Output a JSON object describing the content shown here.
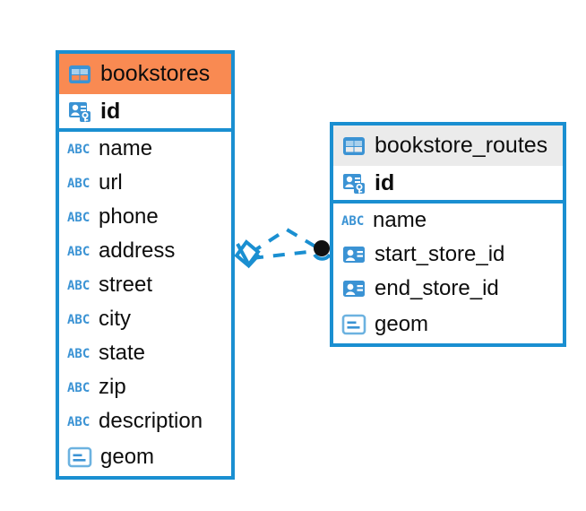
{
  "diagram": {
    "type": "entity-relationship-diagram",
    "colors": {
      "border": "#1a8fd1",
      "header_highlight": "#f98a52",
      "header_default": "#ebebeb",
      "icon_blue": "#3b93d4",
      "connector": "#1a8fd1",
      "endpoint_dot": "#111111",
      "background": "#ffffff"
    }
  },
  "tables": [
    {
      "name": "bookstores",
      "header_style": "orange",
      "icon": "table-icon",
      "primary_key": {
        "label": "id",
        "icon": "primary-key-icon"
      },
      "fields": [
        {
          "label": "name",
          "icon": "text-type-icon",
          "type": "ABC"
        },
        {
          "label": "url",
          "icon": "text-type-icon",
          "type": "ABC"
        },
        {
          "label": "phone",
          "icon": "text-type-icon",
          "type": "ABC"
        },
        {
          "label": "address",
          "icon": "text-type-icon",
          "type": "ABC"
        },
        {
          "label": "street",
          "icon": "text-type-icon",
          "type": "ABC"
        },
        {
          "label": "city",
          "icon": "text-type-icon",
          "type": "ABC"
        },
        {
          "label": "state",
          "icon": "text-type-icon",
          "type": "ABC"
        },
        {
          "label": "zip",
          "icon": "text-type-icon",
          "type": "ABC"
        },
        {
          "label": "description",
          "icon": "text-type-icon",
          "type": "ABC"
        },
        {
          "label": "geom",
          "icon": "geometry-type-icon",
          "type": "geometry"
        }
      ]
    },
    {
      "name": "bookstore_routes",
      "header_style": "grey",
      "icon": "table-icon",
      "primary_key": {
        "label": "id",
        "icon": "primary-key-icon"
      },
      "fields": [
        {
          "label": "name",
          "icon": "text-type-icon",
          "type": "ABC"
        },
        {
          "label": "start_store_id",
          "icon": "foreign-key-icon",
          "type": "reference"
        },
        {
          "label": "end_store_id",
          "icon": "foreign-key-icon",
          "type": "reference"
        },
        {
          "label": "geom",
          "icon": "geometry-type-icon",
          "type": "geometry"
        }
      ]
    }
  ],
  "relationship": {
    "from_table": "bookstores",
    "to_table": "bookstore_routes",
    "source_marker": "diamond-crowsfoot-marker",
    "target_marker": "filled-circle-marker",
    "line_style": "dashed"
  }
}
